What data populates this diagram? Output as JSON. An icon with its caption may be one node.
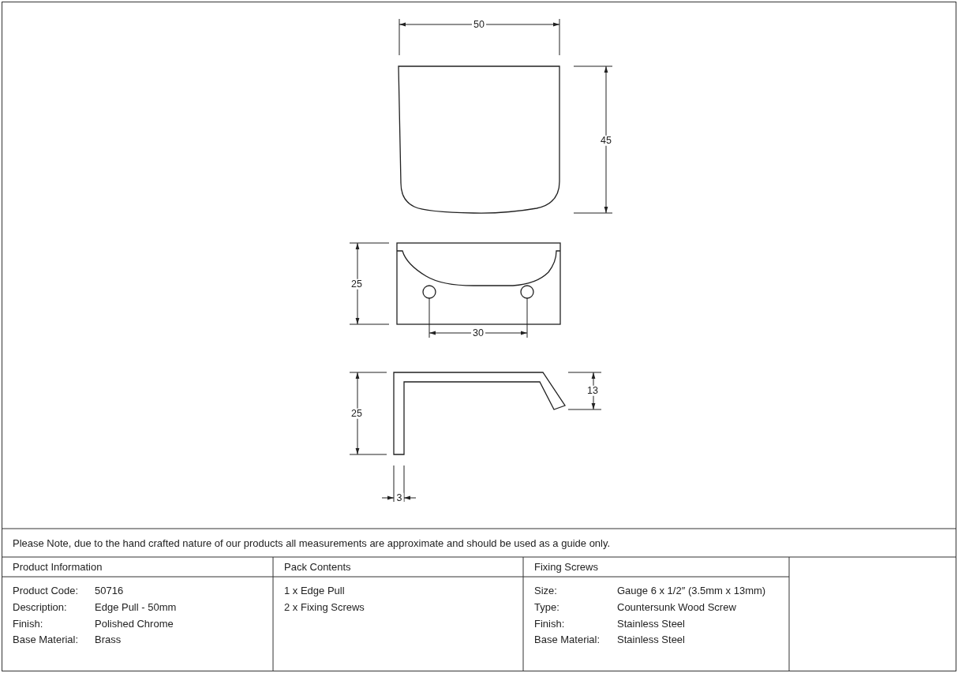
{
  "diagram": {
    "labels": [
      "50",
      "45",
      "25",
      "30",
      "25",
      "13",
      "3",
      "Please Note, due to the hand crafted nature of our products all measurements are approximate and should be used as a guide only.",
      "Product Information",
      "Pack Contents",
      "Fixing Screws",
      "Product Code:",
      "50716",
      "1 x Edge Pull",
      "Size:",
      "Gauge 6 x 1/2″ (3.5mm x 13mm)",
      "Description:",
      "Edge Pull - 50mm",
      "2 x Fixing Screws",
      "Type:",
      "Countersunk Wood Screw",
      "Finish:",
      "Polished Chrome",
      "Finish:",
      "Stainless Steel",
      "Base Material:",
      "Brass",
      "Base Material:",
      "Stainless Steel"
    ]
  }
}
